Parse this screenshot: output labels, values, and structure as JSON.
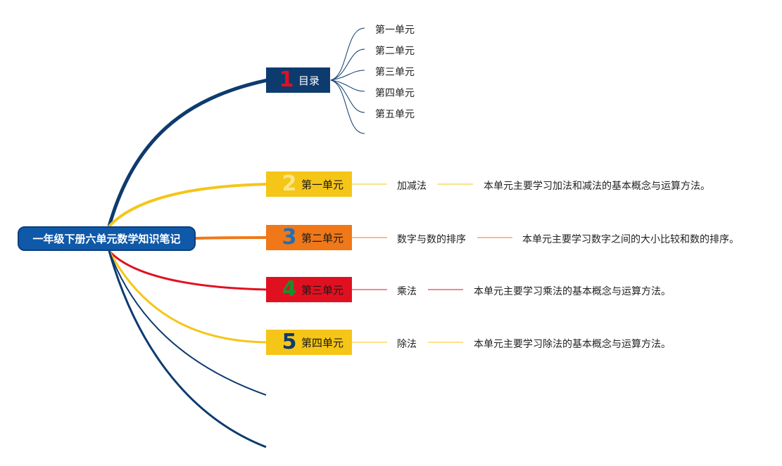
{
  "title": "一年级下册六单元数学知识笔记",
  "colors": {
    "navy": "#0d3b6e",
    "yellow": "#f5c518",
    "orange": "#f07818",
    "red": "#e01020",
    "root": "#0f59a8"
  },
  "toc": {
    "number": "1",
    "label": "目录",
    "items": [
      "第一单元",
      "第二单元",
      "第三单元",
      "第四单元",
      "第五单元"
    ]
  },
  "branches": [
    {
      "number": "2",
      "label": "第一单元",
      "topic": "加减法",
      "desc": "本单元主要学习加法和减法的基本概念与运算方法。"
    },
    {
      "number": "3",
      "label": "第二单元",
      "topic": "数字与数的排序",
      "desc": "本单元主要学习数字之间的大小比较和数的排序。"
    },
    {
      "number": "4",
      "label": "第三单元",
      "topic": "乘法",
      "desc": "本单元主要学习乘法的基本概念与运算方法。"
    },
    {
      "number": "5",
      "label": "第四单元",
      "topic": "除法",
      "desc": "本单元主要学习除法的基本概念与运算方法。"
    }
  ]
}
